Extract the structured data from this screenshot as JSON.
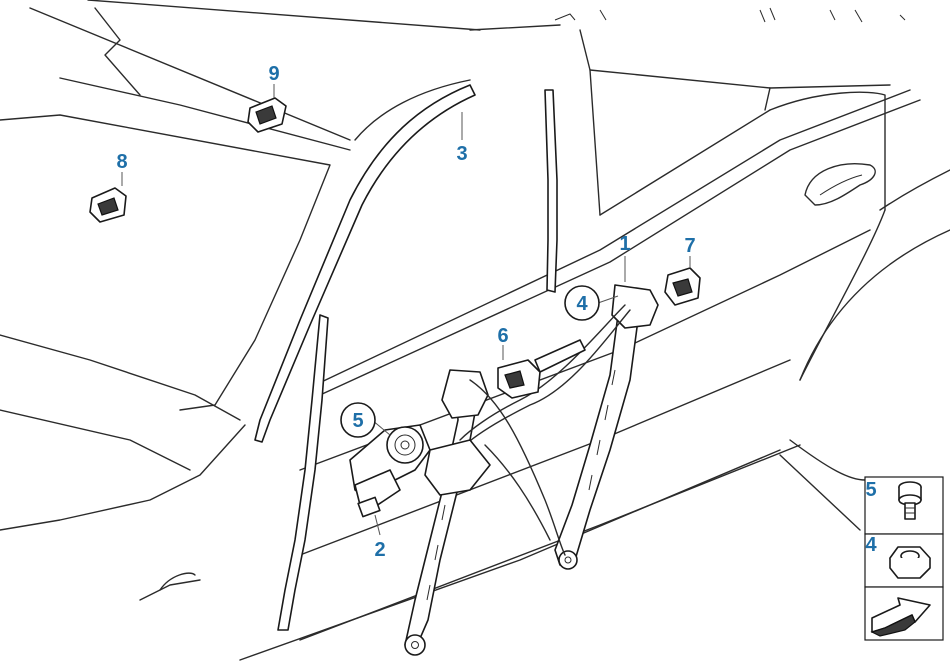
{
  "callouts": {
    "c1": "1",
    "c2": "2",
    "c3": "3",
    "c4": "4",
    "c5": "5",
    "c6": "6",
    "c7": "7",
    "c8": "8",
    "c9": "9"
  },
  "legend": {
    "item5": "5",
    "item4": "4"
  },
  "colors": {
    "callout": "#1e6fa8",
    "line": "#2b2b2b"
  }
}
